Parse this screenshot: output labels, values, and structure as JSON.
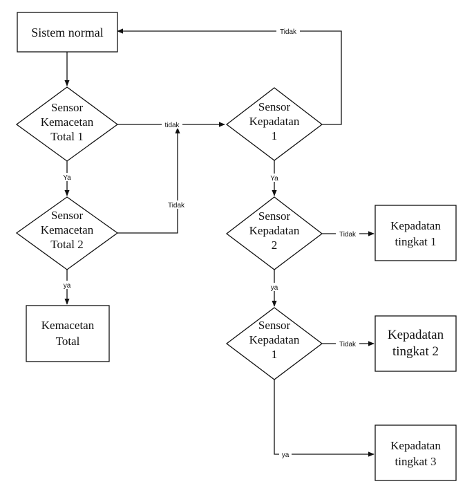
{
  "nodes": {
    "sistem_normal": "Sistem normal",
    "sensor_kemacetan_total_1": [
      "Sensor",
      "Kemacetan",
      "Total 1"
    ],
    "sensor_kemacetan_total_2": [
      "Sensor",
      "Kemacetan",
      "Total 2"
    ],
    "kemacetan_total": [
      "Kemacetan",
      "Total"
    ],
    "sensor_kepadatan_1_top": [
      "Sensor",
      "Kepadatan",
      "1"
    ],
    "sensor_kepadatan_2": [
      "Sensor",
      "Kepadatan",
      "2"
    ],
    "sensor_kepadatan_1_bottom": [
      "Sensor",
      "Kepadatan",
      "1"
    ],
    "kepadatan_tingkat_1": [
      "Kepadatan",
      "tingkat 1"
    ],
    "kepadatan_tingkat_2": [
      "Kepadatan",
      "tingkat 2"
    ],
    "kepadatan_tingkat_3": [
      "Kepadatan",
      "tingkat 3"
    ]
  },
  "edge_labels": {
    "kepadatan1_tidak": "Tidak",
    "kemacetan1_tidak": "tidak",
    "kemacetan1_ya": "Ya",
    "kemacetan2_tidak": "Tidak",
    "kemacetan2_ya": "ya",
    "kepadatan1_ya": "Ya",
    "kepadatan2_tidak": "Tidak",
    "kepadatan2_ya": "ya",
    "kepadatan1b_tidak": "Tidak",
    "kepadatan1b_ya": "ya"
  }
}
